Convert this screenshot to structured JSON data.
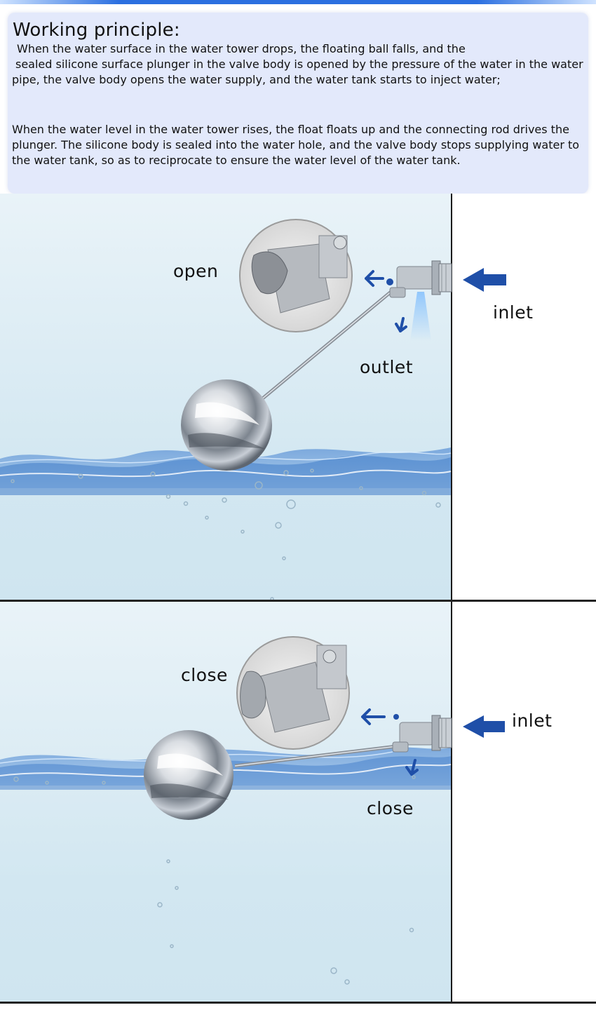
{
  "principle": {
    "title": "Working principle:",
    "paragraph_1": [
      "When the water surface in the water tower drops, the floating ball falls, and the",
      "sealed silicone surface plunger in the valve body is opened by the pressure of the water in the water",
      "pipe, the valve body opens the water supply, and the water tank starts to inject water;"
    ],
    "paragraph_2": [
      "When the water level in the water tower rises, the float floats up and the connecting rod drives the",
      "plunger. The silicone body is sealed into the water hole, and the valve body stops supplying water to",
      "the water tank, so as to reciprocate to ensure the water level of the water tank."
    ]
  },
  "panel_open": {
    "state_label": "open",
    "inlet_label": "inlet",
    "outlet_label": "outlet"
  },
  "panel_close": {
    "state_label": "close",
    "inlet_label": "inlet",
    "outlet_label": "close"
  },
  "colors": {
    "arrow": "#1f4fa8",
    "water": "#3c78c8",
    "box_background": "#e3e9fb"
  }
}
